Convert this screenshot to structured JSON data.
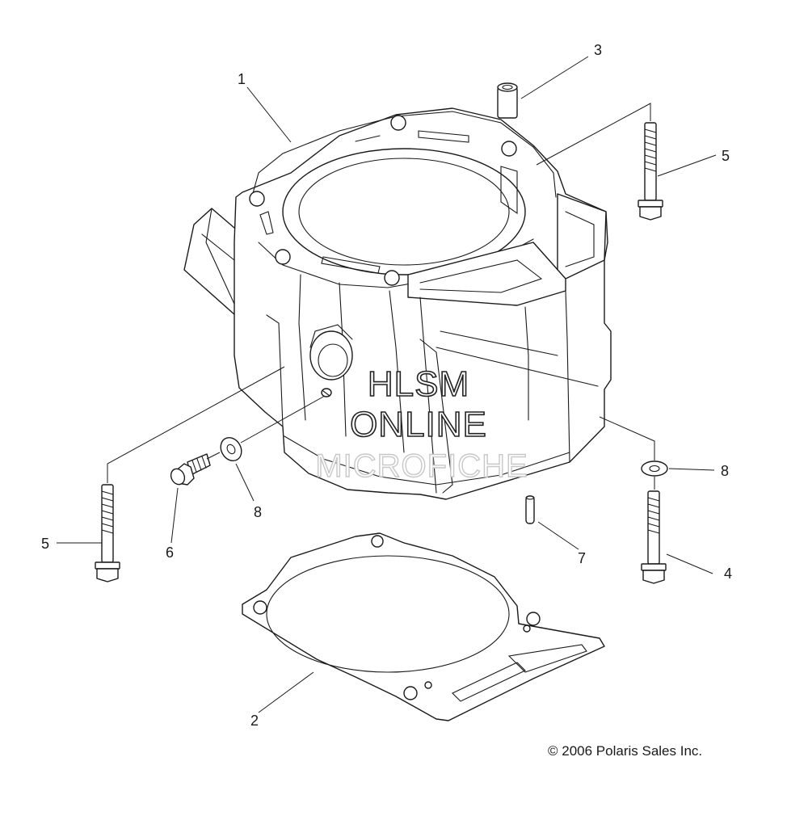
{
  "callouts": {
    "c1": "1",
    "c2": "2",
    "c3": "3",
    "c4": "4",
    "c5a": "5",
    "c5b": "5",
    "c6": "6",
    "c7": "7",
    "c8a": "8",
    "c8b": "8"
  },
  "watermark": {
    "line1": "HLSM",
    "line2": "ONLINE",
    "line3": "MICROFICHE"
  },
  "copyright": "© 2006 Polaris Sales Inc."
}
